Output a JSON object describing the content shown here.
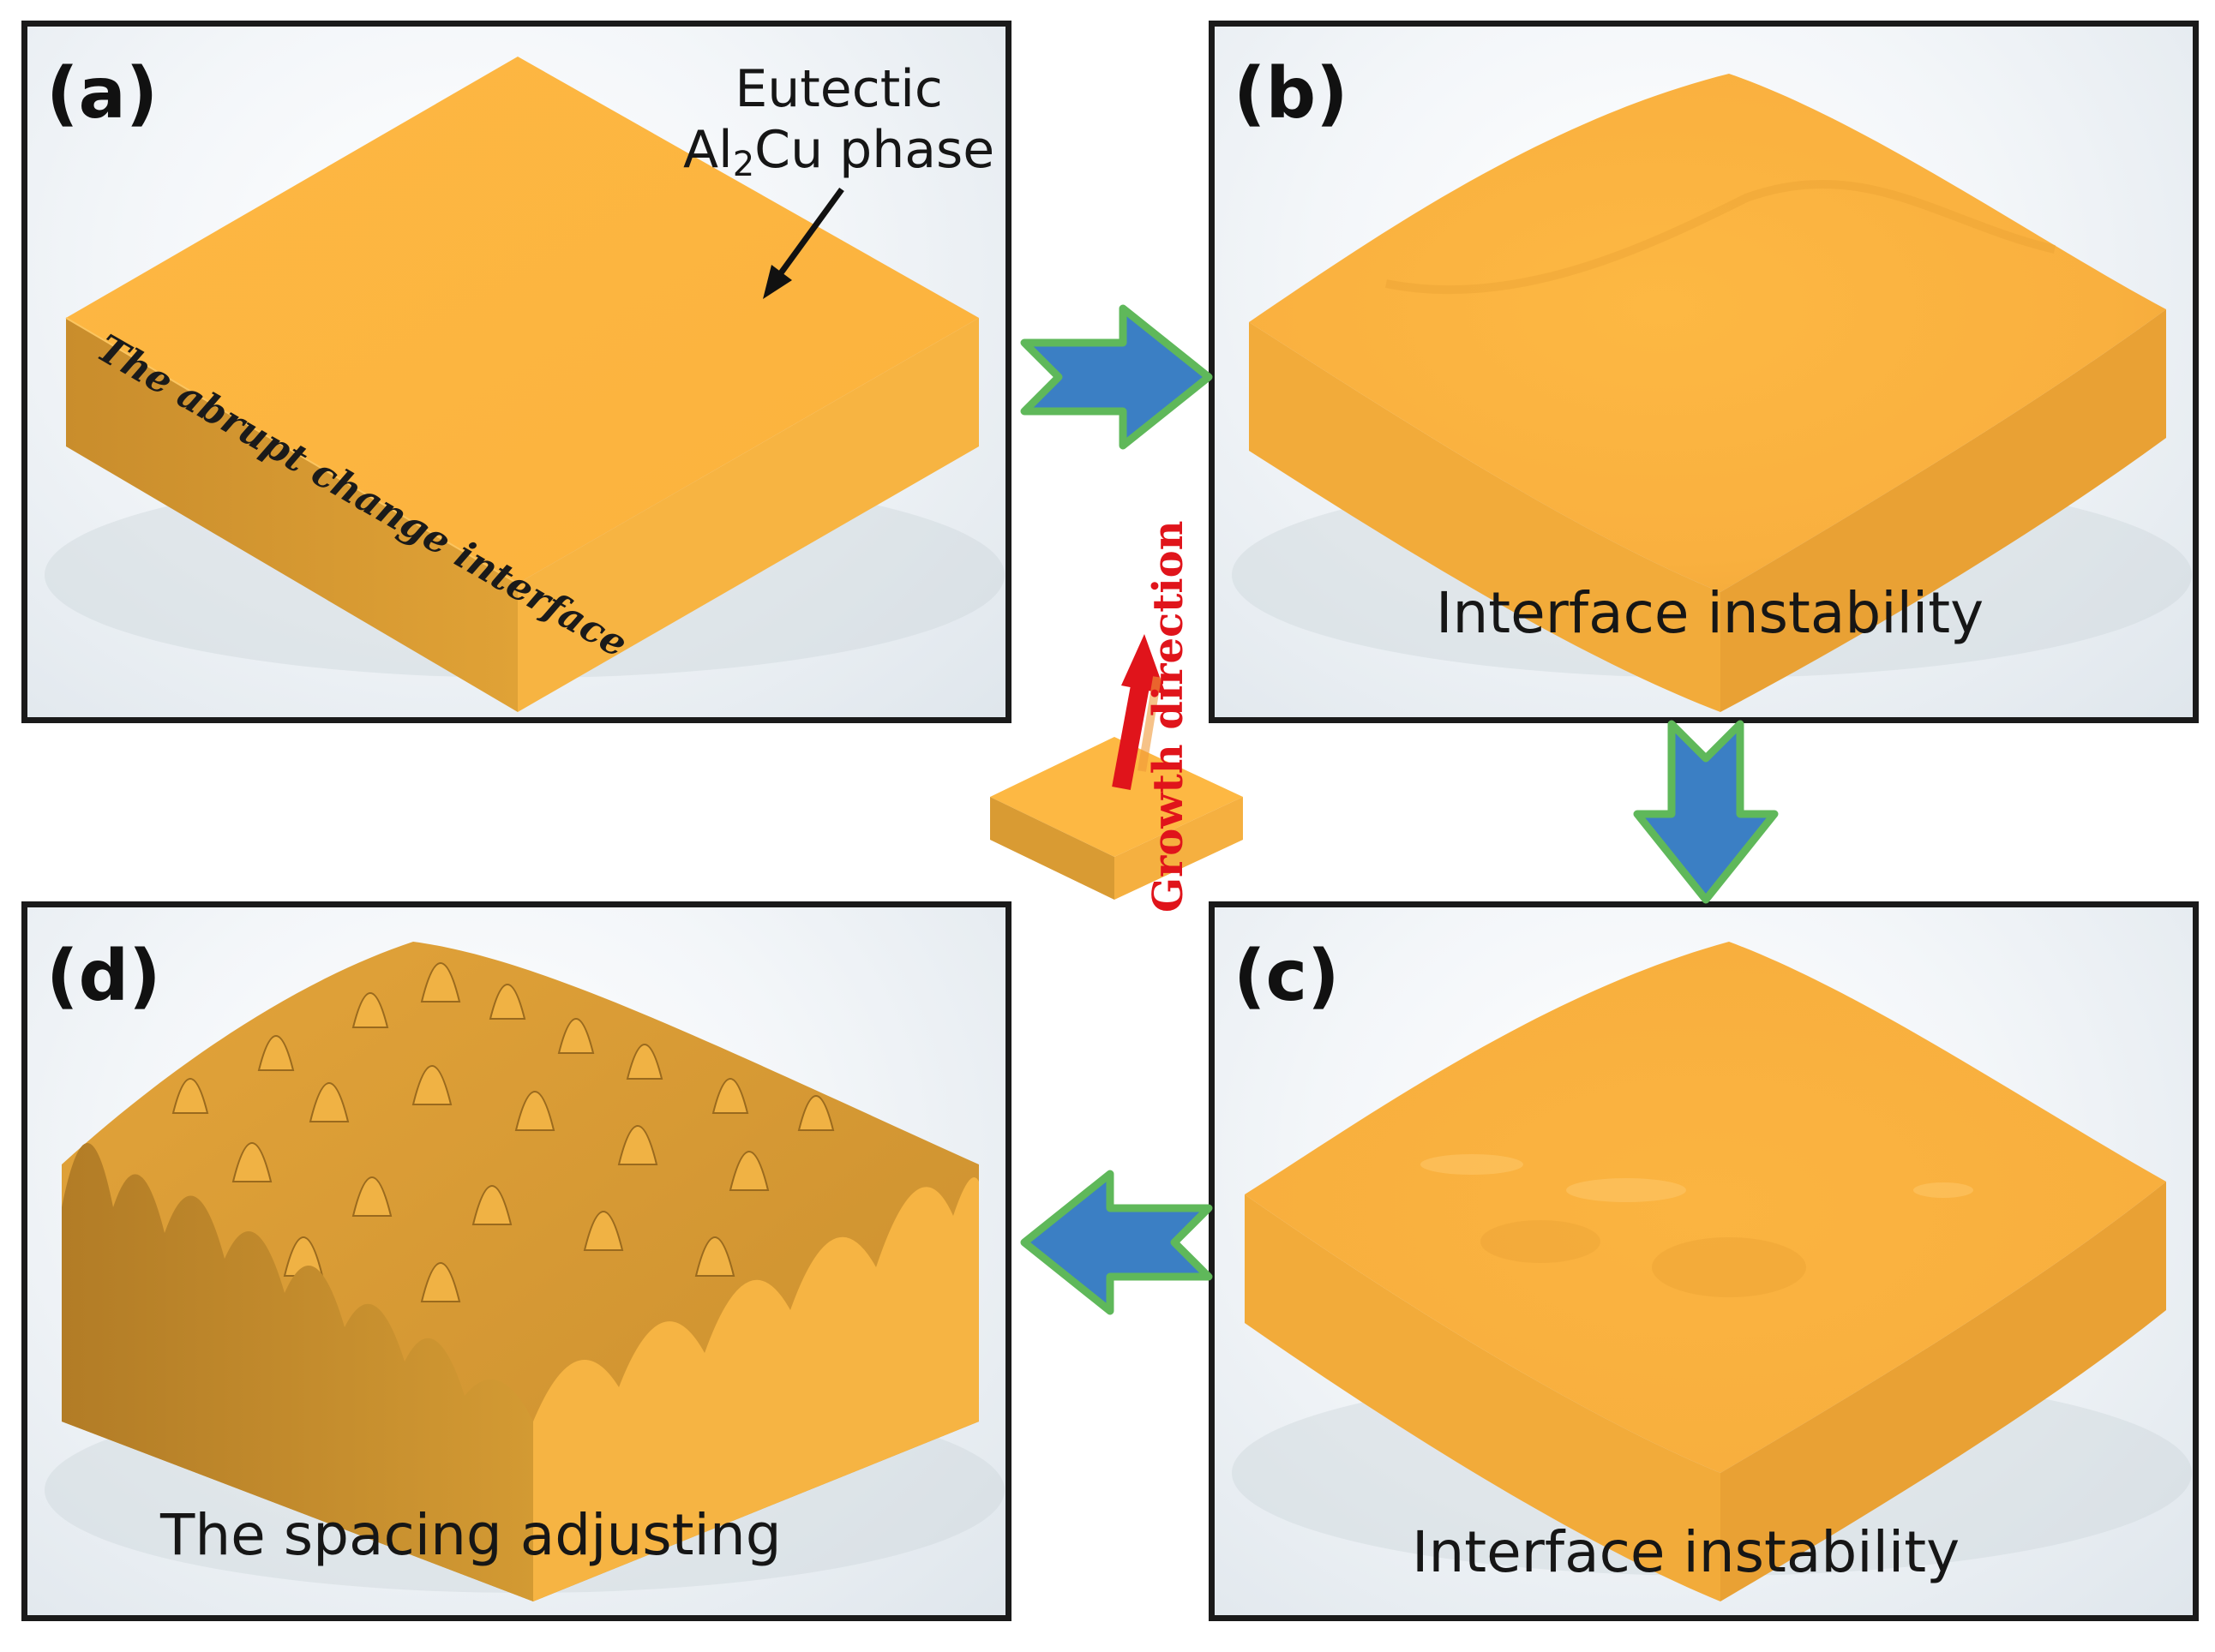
{
  "panels": {
    "a": {
      "label": "(a)",
      "caption_line1": "Eutectic",
      "caption_line2_pre": "Al",
      "caption_line2_sub": "2",
      "caption_line2_post": "Cu phase",
      "edge_text": "The abrupt change interface"
    },
    "b": {
      "label": "(b)",
      "caption": "Interface  instability"
    },
    "c": {
      "label": "(c)",
      "caption": "Interface  instability"
    },
    "d": {
      "label": "(d)",
      "caption": "The spacing  adjusting"
    }
  },
  "growth_direction": "Growth direction",
  "colors": {
    "slab_top": "#fdb843",
    "slab_left": "#d99b33",
    "slab_right": "#f5b040",
    "arrow_fill": "#3b7fc4",
    "arrow_outline": "#5fb85a",
    "growth_arrow": "#e0141b",
    "frame": "#1a1a1a"
  }
}
